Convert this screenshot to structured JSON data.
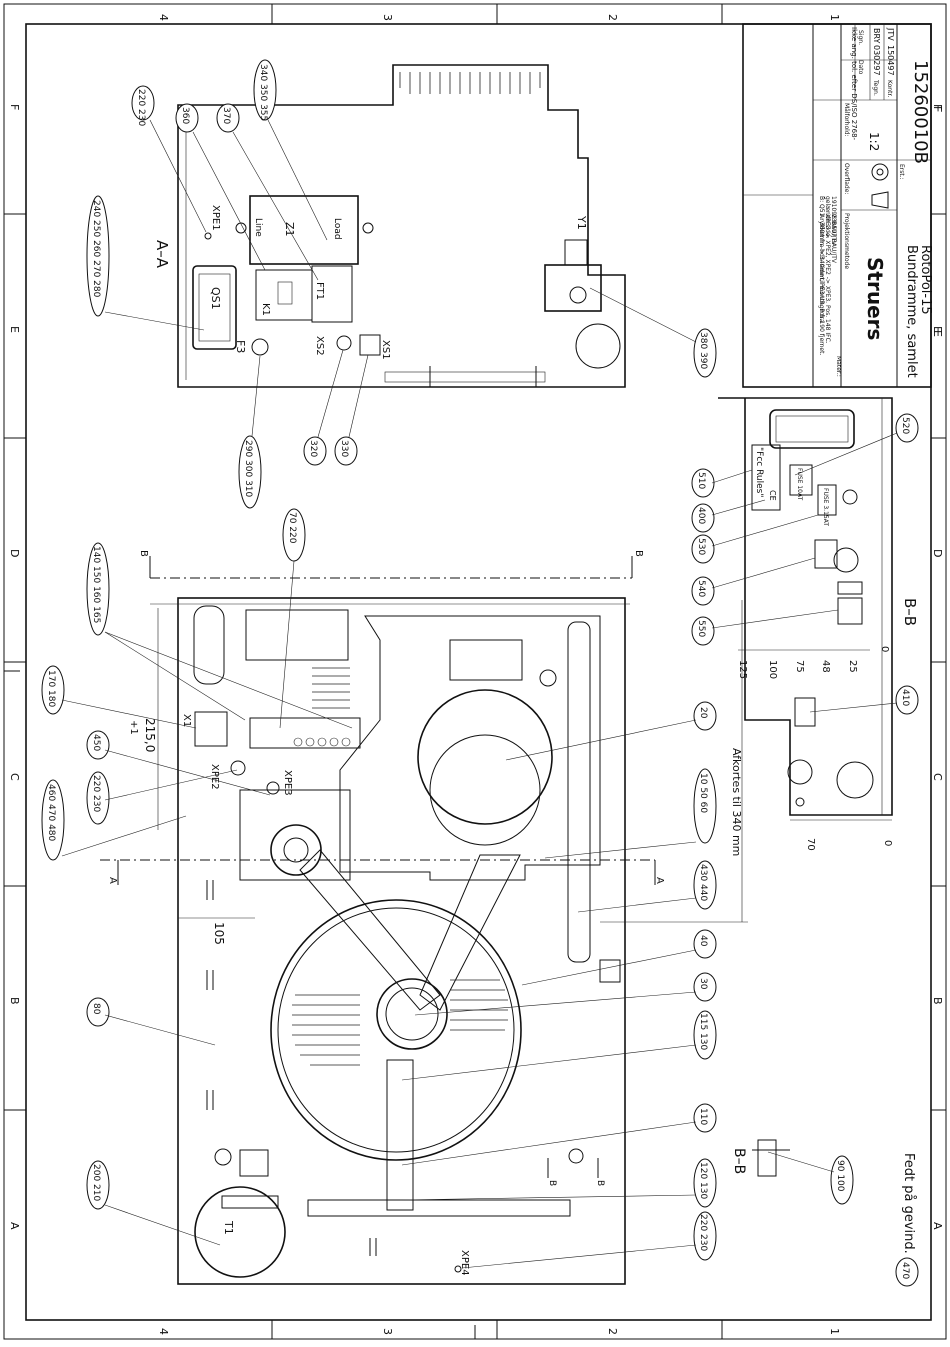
{
  "border": {
    "cols_top": [
      "4",
      "3",
      "2",
      "1"
    ],
    "cols_bottom": [
      "4",
      "3",
      "2",
      "1"
    ],
    "rows_left": [
      "F",
      "E",
      "D",
      "C",
      "B",
      "A"
    ],
    "rows_right": [
      "F",
      "E",
      "D",
      "C",
      "B",
      "A"
    ]
  },
  "views": {
    "section_aa": "A–A",
    "section_bb_main": "B–B",
    "section_bb_small": "B–B",
    "cut_a": "A",
    "cut_b": "B"
  },
  "components": {
    "qs1": "QS1",
    "xpe1": "XPE1",
    "z1": "Z1",
    "z1_line": "Line",
    "z1_load": "Load",
    "k1": "K1",
    "ft1": "FT1",
    "f3": "F3",
    "xs2": "XS2",
    "xs1": "XS1",
    "y1": "Y1",
    "x1": "X1",
    "xpe2": "XPE2",
    "xpe3": "XPE3",
    "xpe4": "XPE4",
    "t1": "T1"
  },
  "dimensions": {
    "dim_215": "215,0",
    "dim_plus1": "+1",
    "dim_105": "105",
    "afkortes": "Afkortes til 340 mm",
    "scale_vals": [
      "125",
      "100",
      "75",
      "48",
      "25",
      "0"
    ],
    "dim_70": "70",
    "dim_0": "0"
  },
  "panel_labels": {
    "fcc": "\"Fcc Rules\"",
    "ce": "CE",
    "fuse_a": "FUSE 10AT",
    "fuse_b": "FUSE 3.15AT"
  },
  "balloons": [
    {
      "t": "220|230"
    },
    {
      "t": "360"
    },
    {
      "t": "370"
    },
    {
      "t": "340|350|355"
    },
    {
      "t": "240|250|260|270|280"
    },
    {
      "t": "290|300|310"
    },
    {
      "t": "320"
    },
    {
      "t": "330"
    },
    {
      "t": "380|390"
    },
    {
      "t": "510"
    },
    {
      "t": "400"
    },
    {
      "t": "530"
    },
    {
      "t": "520"
    },
    {
      "t": "540"
    },
    {
      "t": "550"
    },
    {
      "t": "410"
    },
    {
      "t": "70|220"
    },
    {
      "t": "140|150|160|165"
    },
    {
      "t": "170|180"
    },
    {
      "t": "450"
    },
    {
      "t": "220|230"
    },
    {
      "t": "460|470|480"
    },
    {
      "t": "20"
    },
    {
      "t": "10|50|60"
    },
    {
      "t": "430|440"
    },
    {
      "t": "40"
    },
    {
      "t": "30"
    },
    {
      "t": "115|130"
    },
    {
      "t": "80"
    },
    {
      "t": "110"
    },
    {
      "t": "120|130"
    },
    {
      "t": "200|210"
    },
    {
      "t": "220|230"
    },
    {
      "t": "90|100"
    },
    {
      "t": "470"
    }
  ],
  "note": "Fedt på gevind.",
  "title_block": {
    "company": "Struers",
    "title_line1": "Bundramme, samlet",
    "title_line2": "RotoPol-15",
    "drawing_no": "15260010B",
    "scale": "1:2",
    "tolerance": "Ikke ang. tol. efter DS/ISO 2768-",
    "tolerance_hdr": "Målforhold:",
    "proj_hdr": "Projektionsmetode",
    "surface_hdr": "Overflade:",
    "material_hdr": "Mater.:",
    "ref_hdr": "Erst.:",
    "date_hdr": "Dato",
    "sign_hdr": "Sign.",
    "tegn": "Tegn.",
    "kontr": "Kontr.",
    "tegn_date": "030297",
    "tegn_sign": "BRY",
    "kontr_date": "150497",
    "kontr_sign": "JTV",
    "rev1": "B: Q51 rykket fra hds. side til montage fra",
    "rev1b": "gelænde side.",
    "rev1c": "191098 BAU/JTV",
    "rev2": "A: 380mm -> 340mm, PE3 UR. Pos.190 fjernet.",
    "rev2b": "XPE3 -> XPE2, XPE2 -> XPE3. Pos. 148 IFC.",
    "rev2c": "230597 BAU/JTV",
    "row_e": "E",
    "row_f": "F"
  }
}
